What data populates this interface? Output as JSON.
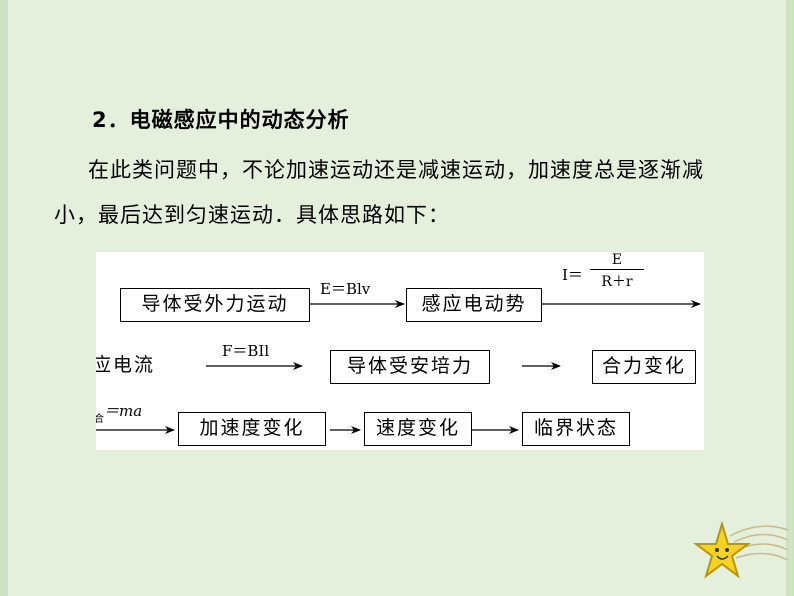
{
  "heading": "2．电磁感应中的动态分析",
  "paragraph": "在此类问题中，不论加速运动还是减速运动，加速度总是逐渐减小，最后达到匀速运动．具体思路如下：",
  "flow": {
    "row1": {
      "box1": "导体受外力运动",
      "arrow1": "E＝Blv",
      "box2": "感应电动势",
      "arrow2_prefix": "I＝",
      "arrow2_num": "E",
      "arrow2_den": "R＋r"
    },
    "row2": {
      "cut_text": "应电流",
      "arrow1": "F＝BIl",
      "box1": "导体受安培力",
      "box2": "合力变化"
    },
    "row3": {
      "cut_label_sub": "合",
      "cut_label": "＝ma",
      "box1": "加速度变化",
      "box2": "速度变化",
      "box3": "临界状态"
    }
  },
  "colors": {
    "background": "#e4f0dc",
    "figure_background": "#ffffff",
    "star": "#f5d320"
  }
}
